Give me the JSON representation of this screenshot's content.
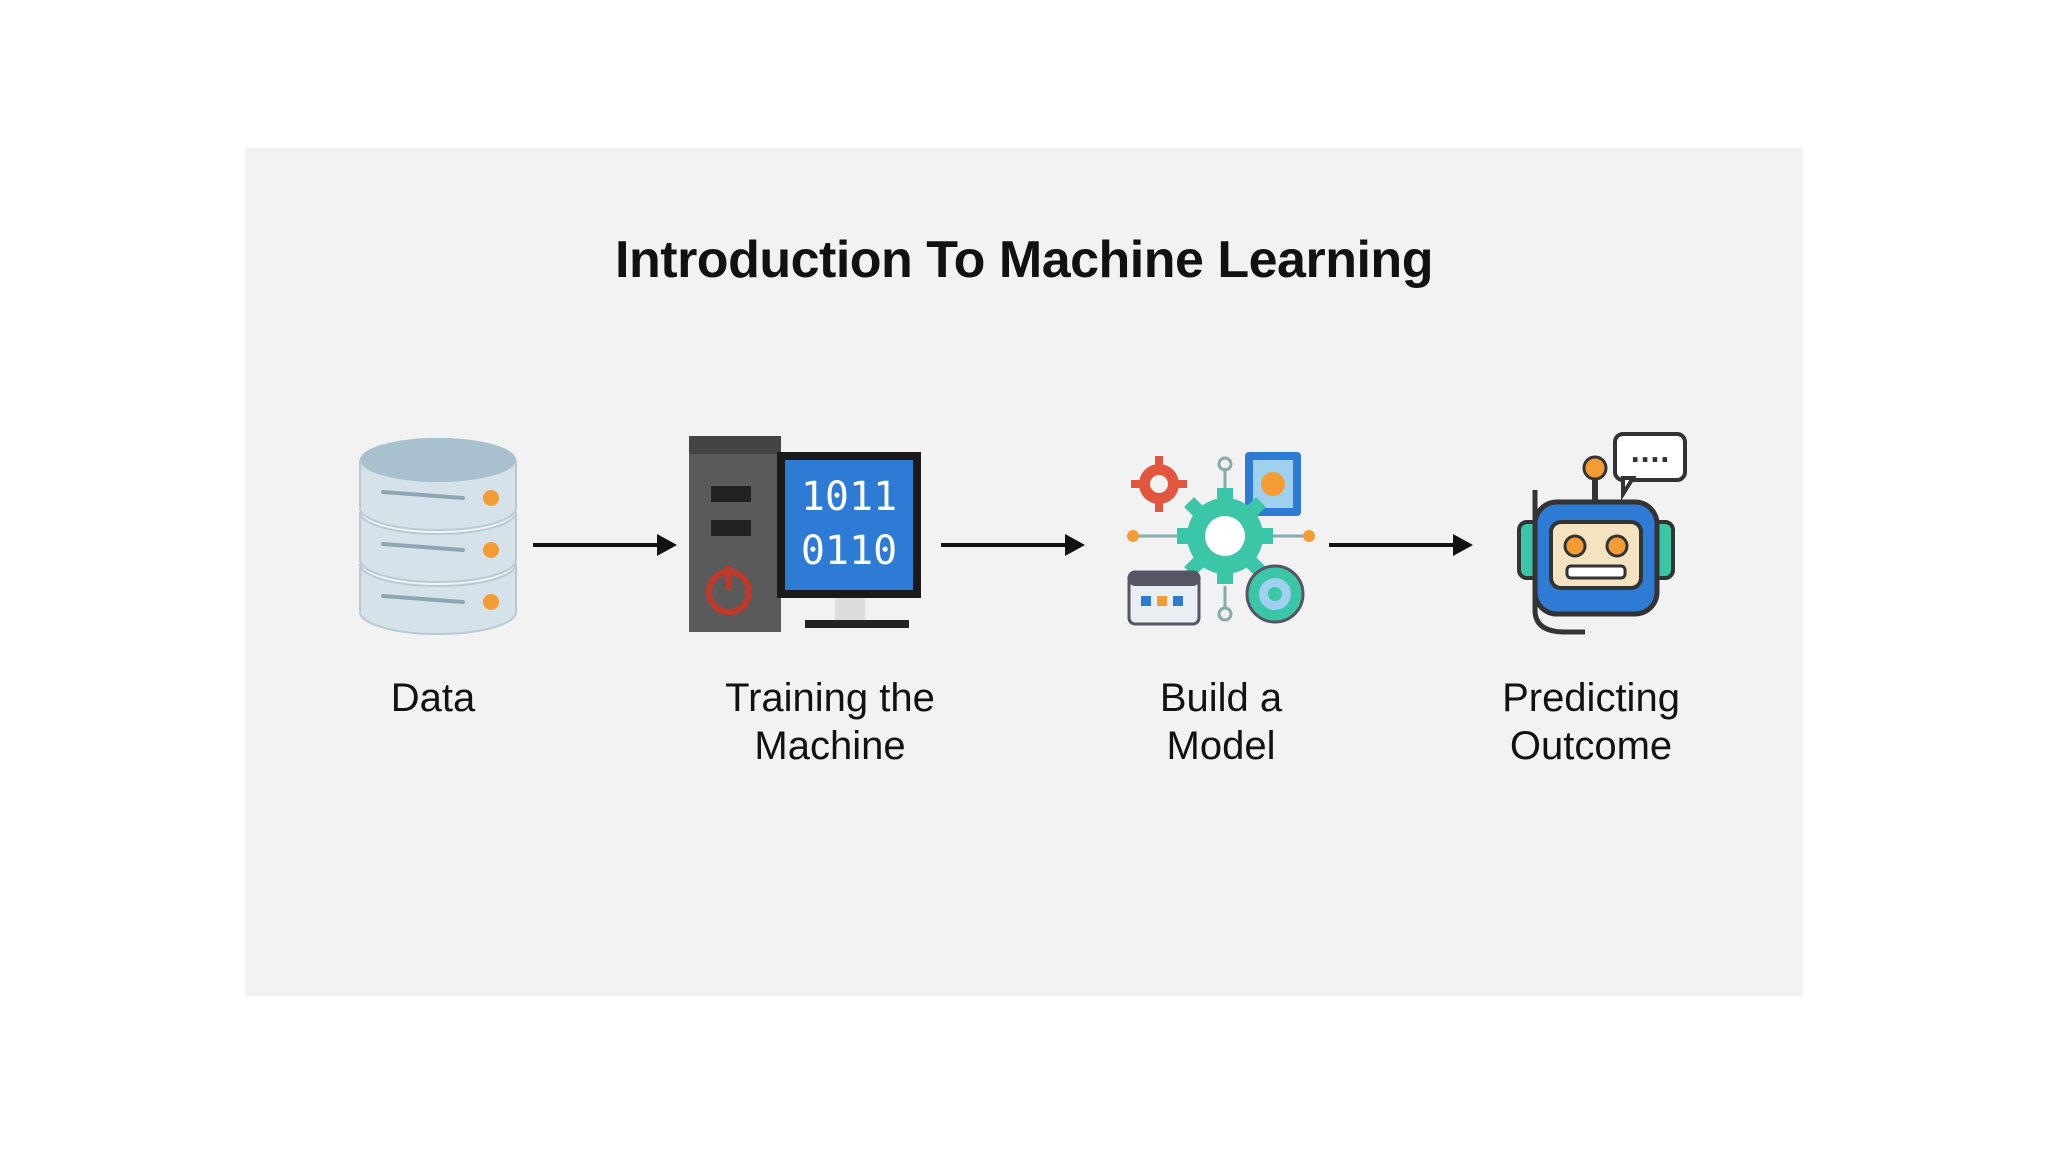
{
  "diagram": {
    "title": "Introduction To Machine Learning",
    "steps": [
      {
        "label_lines": [
          "Data"
        ],
        "icon": "database-icon"
      },
      {
        "label_lines": [
          "Training the",
          "Machine"
        ],
        "icon": "computer-binary-icon",
        "screen_text": [
          "1011",
          "0110"
        ]
      },
      {
        "label_lines": [
          "Build a",
          "Model"
        ],
        "icon": "model-gears-icon"
      },
      {
        "label_lines": [
          "Predicting",
          "Outcome"
        ],
        "icon": "robot-icon",
        "bubble_text": "...."
      }
    ],
    "colors": {
      "panel_bg": "#f2f2f2",
      "accent_blue": "#2e7bd6",
      "accent_orange": "#f39c34",
      "accent_teal": "#3cc6a8",
      "accent_red": "#e2553f"
    }
  }
}
